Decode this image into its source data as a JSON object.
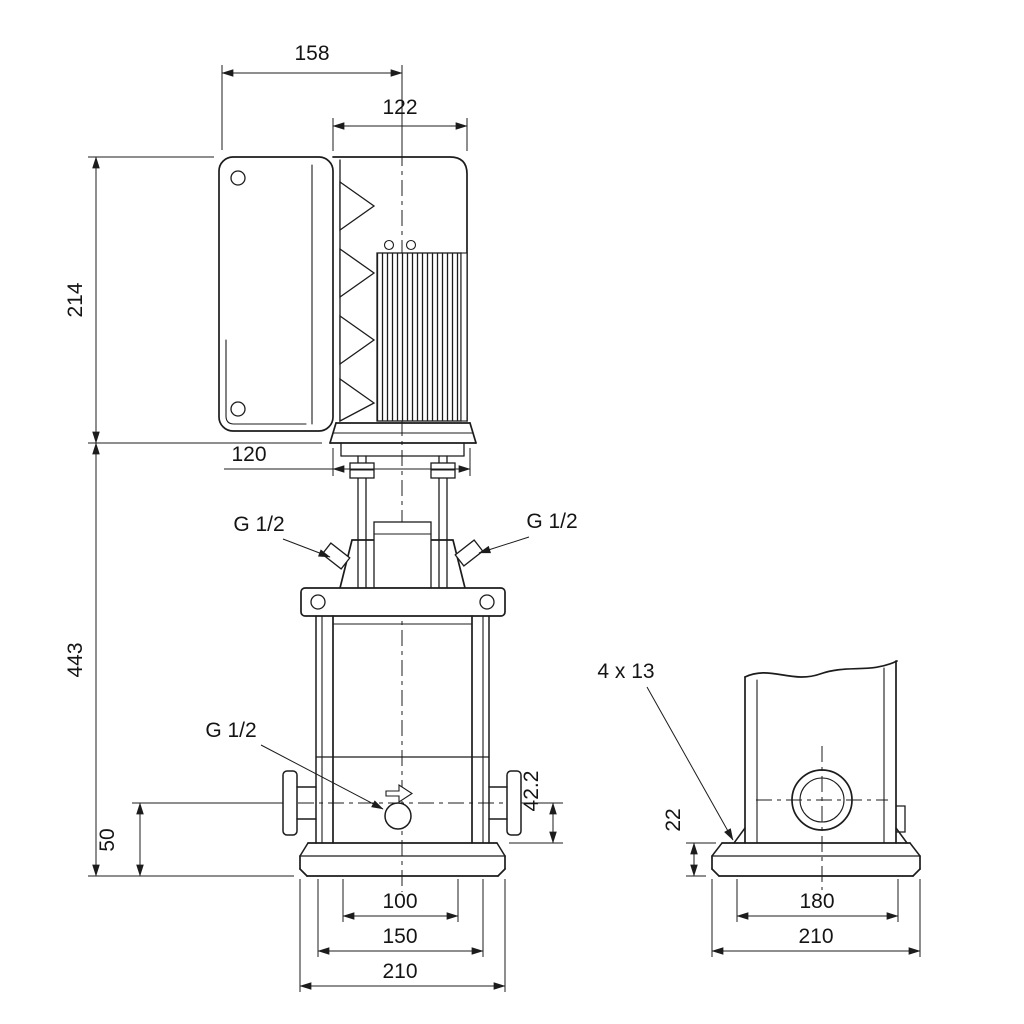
{
  "page": {
    "background": "#ffffff",
    "ink": "#1c1c1c"
  },
  "drawing": {
    "kind": "pump-dimensional-drawing",
    "front_view": {
      "dimensions": {
        "motor_total_depth": "158",
        "motor_width": "122",
        "motor_height": "214",
        "flange_width": "120",
        "total_height": "443",
        "port_top_left": "G 1/2",
        "port_top_right": "G 1/2",
        "drain_port": "G 1/2",
        "port_center_to_base_top": "42.2",
        "port_center_to_base_bottom": "50",
        "base_bolt_span": "100",
        "base_foot_span": "150",
        "base_width": "210"
      }
    },
    "side_view": {
      "dimensions": {
        "bolt_holes": "4 x 13",
        "baseplate_height": "22",
        "foot_span": "180",
        "base_width": "210"
      }
    }
  }
}
